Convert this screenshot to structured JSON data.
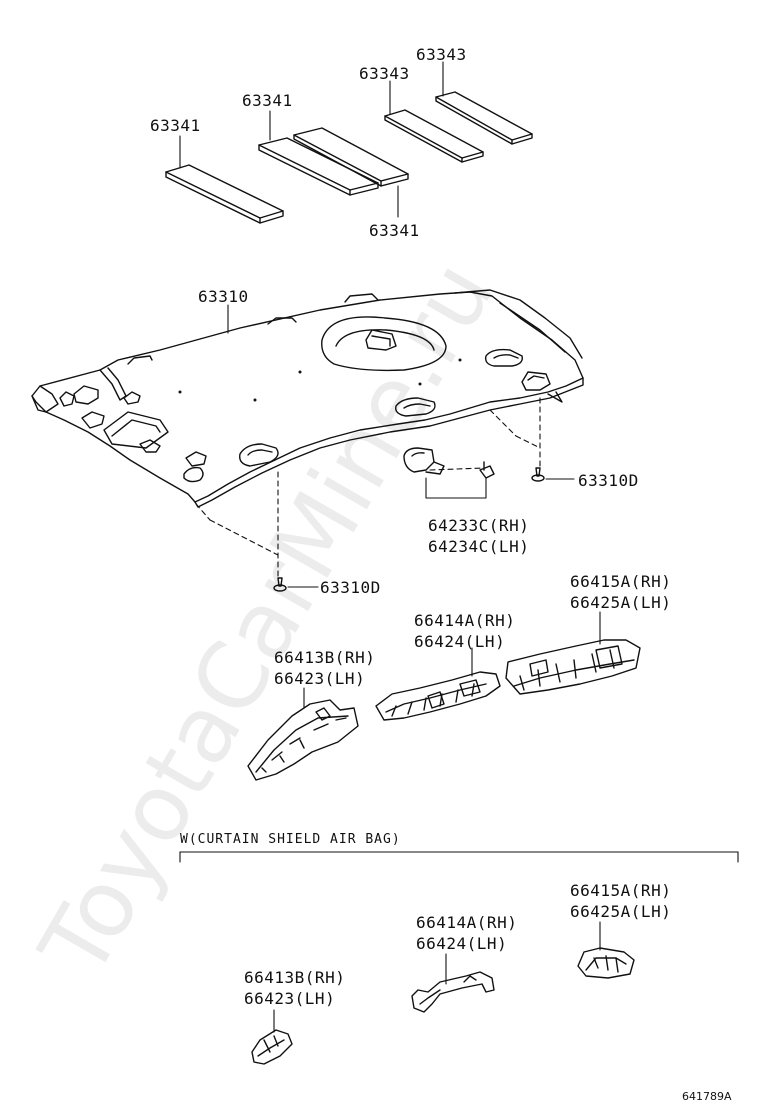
{
  "watermark": "ToyotaCarMine.ru",
  "section_title": "W(CURTAIN SHIELD AIR BAG)",
  "figure_ref": "641789A",
  "callouts": {
    "pad_a": "63341",
    "pad_b": "63341",
    "pad_c": "63343",
    "pad_d": "63343",
    "pad_e": "63341",
    "headlining": "63310",
    "clip_right": "63310D",
    "clip_left": "63310D",
    "visor_holder_rh": "64233C(RH)",
    "visor_holder_lh": "64234C(LH)",
    "top_rear_rh": "66415A(RH)",
    "top_rear_lh": "66425A(LH)",
    "top_mid_rh": "66414A(RH)",
    "top_mid_lh": "66424(LH)",
    "top_front_rh": "66413B(RH)",
    "top_front_lh": "66423(LH)",
    "bot_rear_rh": "66415A(RH)",
    "bot_rear_lh": "66425A(LH)",
    "bot_mid_rh": "66414A(RH)",
    "bot_mid_lh": "66424(LH)",
    "bot_front_rh": "66413B(RH)",
    "bot_front_lh": "66423(LH)"
  },
  "colors": {
    "line": "#111111",
    "paper": "#ffffff",
    "shade": "#d8d8d8"
  }
}
